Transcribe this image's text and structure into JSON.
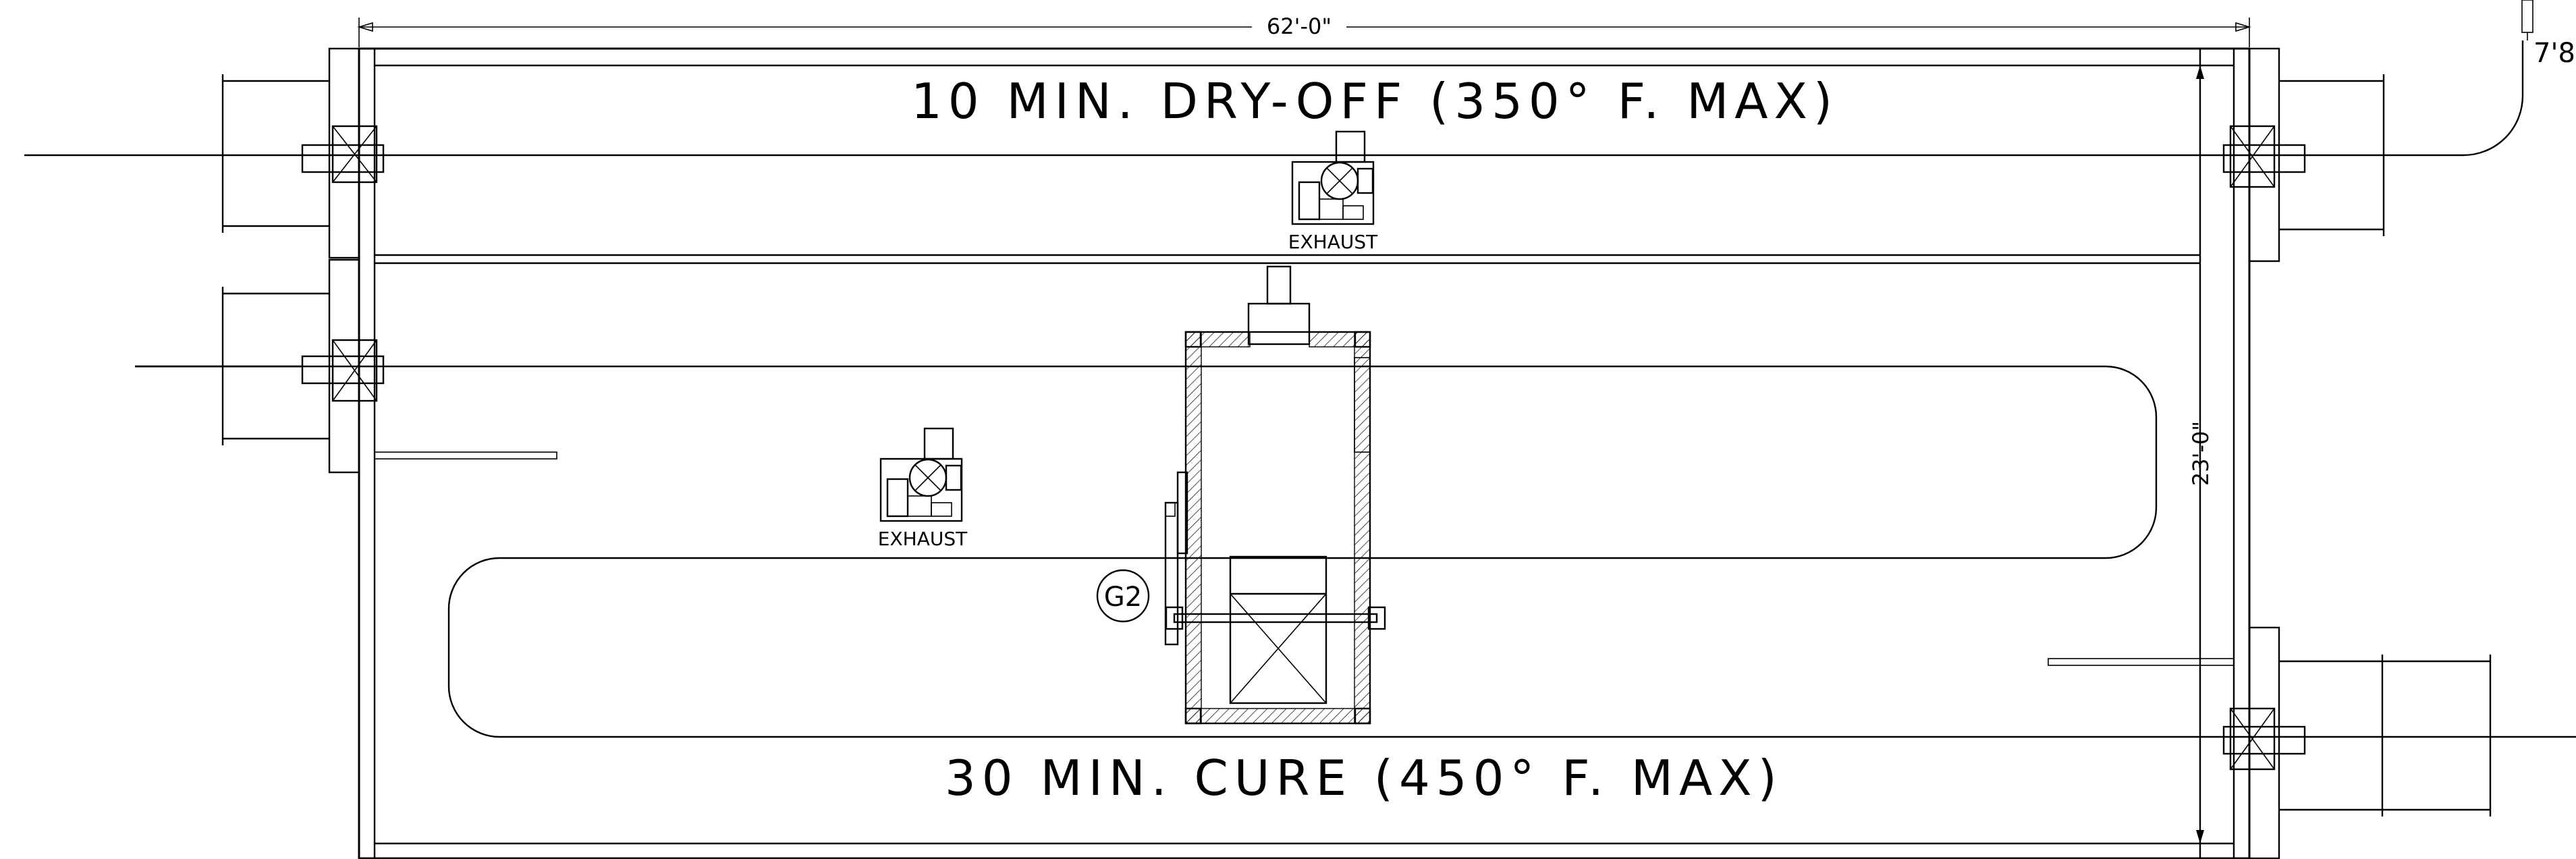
{
  "dimensions": {
    "overall_length": "62'-0\"",
    "overall_width": "23'-0\"",
    "partial": "7'8"
  },
  "zones": {
    "dry_off": "10 MIN. DRY-OFF (350° F. MAX)",
    "cure": "30 MIN. CURE (450° F. MAX)"
  },
  "labels": {
    "exhaust_top": "EXHAUST",
    "exhaust_left": "EXHAUST",
    "burner_tag": "G2"
  },
  "colors": {
    "line": "#000000",
    "background": "#ffffff"
  }
}
